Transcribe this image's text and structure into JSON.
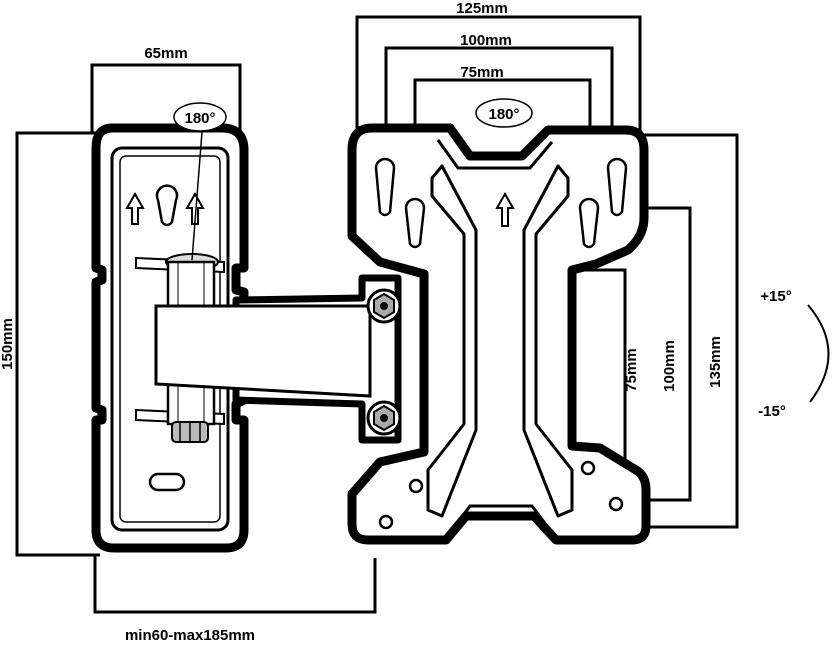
{
  "dimensions": {
    "wall_plate_width": "65mm",
    "wall_plate_height": "150mm",
    "vesa_outer": "125mm",
    "vesa_mid": "100mm",
    "vesa_inner": "75mm",
    "vertical_75": "75mm",
    "vertical_100": "100mm",
    "vertical_135": "135mm",
    "extension": "min60-max185mm"
  },
  "rotation": {
    "wall_plate": "180°",
    "vesa_plate": "180°"
  },
  "tilt": {
    "up": "+15°",
    "down": "-15°"
  }
}
